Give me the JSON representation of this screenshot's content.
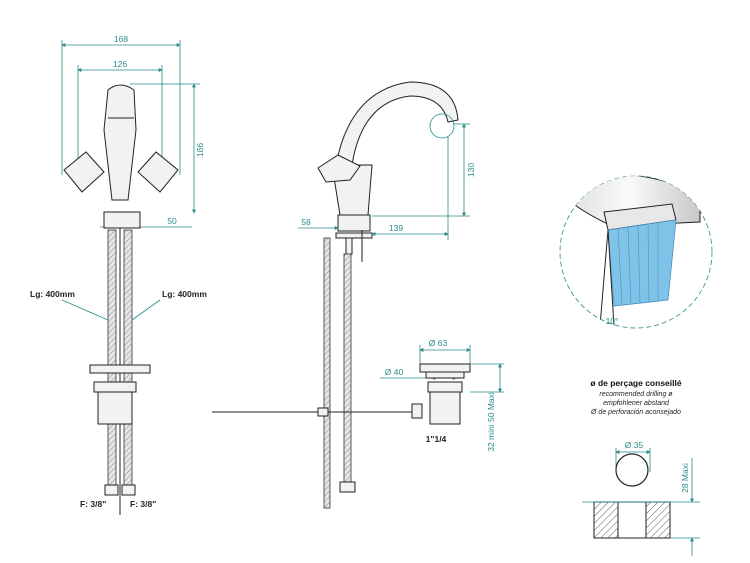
{
  "front_view": {
    "dim_width_total": "168",
    "dim_width_handles": "126",
    "dim_height": "186",
    "dim_offset": "50",
    "hose_left_label": "Lg: 400mm",
    "hose_right_label": "Lg: 400mm",
    "thread_left_label": "F: 3/8\"",
    "thread_right_label": "F: 3/8\""
  },
  "side_view": {
    "dim_spout_height": "130",
    "dim_back": "58",
    "dim_reach": "139"
  },
  "drain_detail": {
    "dim_outer": "Ø 63",
    "dim_inner": "Ø 40",
    "dim_thickness": "32 mini 50 Maxi",
    "thread": "1\"1/4"
  },
  "aerator_detail": {
    "angle": "10°"
  },
  "drilling_note": {
    "title": "ø de perçage conseillé",
    "line_de": "recommended drilling ø",
    "line_en": "empfohlener abstand",
    "line_es": "Ø de perforación aconsejado"
  },
  "hole_detail": {
    "dim_diameter": "Ø 35",
    "dim_max": "28 Maxi"
  },
  "colors": {
    "dimension": "#2a8a8a",
    "outline": "#222222",
    "water": "#7fc4e8"
  }
}
